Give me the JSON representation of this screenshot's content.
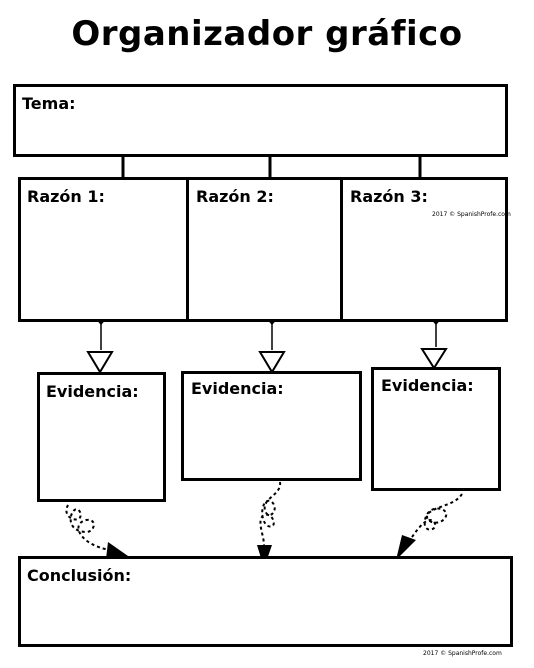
{
  "title": "Organizador gráfico",
  "topic": {
    "label": "Tema:"
  },
  "reasons": [
    {
      "label": "Razón 1:"
    },
    {
      "label": "Razón 2:"
    },
    {
      "label": "Razón 3:"
    }
  ],
  "evidence": [
    {
      "label": "Evidencia:"
    },
    {
      "label": "Evidencia:"
    },
    {
      "label": "Evidencia:"
    }
  ],
  "conclusion": {
    "label": "Conclusión:"
  },
  "copyright_top": "2017 © SpanishProfe.com",
  "copyright_bottom": "2017 © SpanishProfe.com"
}
